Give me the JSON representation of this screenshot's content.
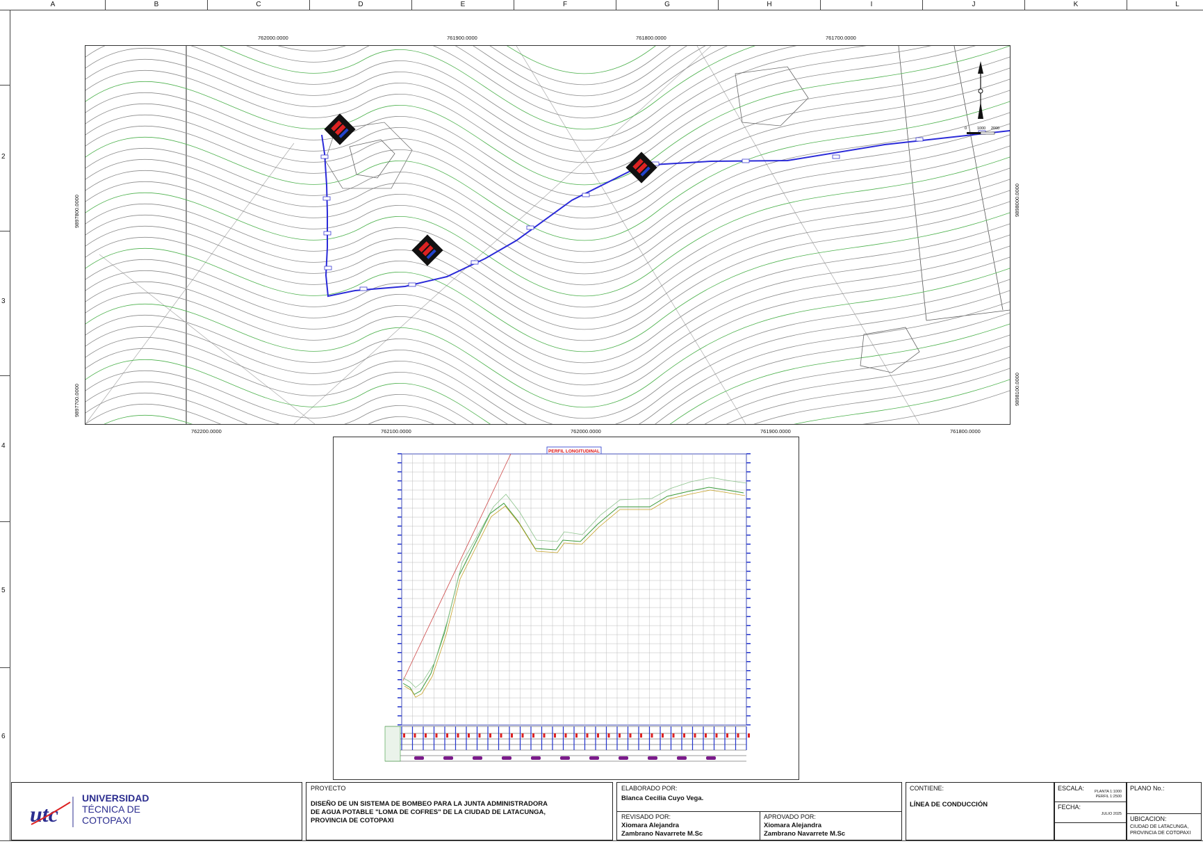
{
  "ruler": {
    "columns": [
      "A",
      "B",
      "C",
      "D",
      "E",
      "F",
      "G",
      "H",
      "I",
      "J",
      "K",
      "L"
    ],
    "rows": [
      "2",
      "3",
      "4",
      "5",
      "6"
    ]
  },
  "map": {
    "top_x_coords": [
      "762000.0000",
      "761900.0000",
      "761800.0000",
      "761700.0000"
    ],
    "bottom_x_coords": [
      "762200.0000",
      "762100.0000",
      "762000.0000",
      "761900.0000",
      "761800.0000"
    ],
    "left_y_coords": [
      "9897800.0000",
      "9897700.0000"
    ],
    "right_y_coords": [
      "9898000.0000",
      "9898100.0000"
    ],
    "scale_bar": {
      "start": "0",
      "mid": "1000",
      "end": "2000"
    }
  },
  "profile": {
    "title": "PERFIL LONGITUDINAL"
  },
  "title_block": {
    "logo": {
      "line1": "UNIVERSIDAD",
      "line2": "TÉCNICA DE",
      "line3": "COTOPAXI",
      "mark": "utc"
    },
    "proyecto_label": "PROYECTO",
    "proyecto_line1": "DISEÑO DE UN SISTEMA DE BOMBEO PARA LA JUNTA ADMINISTRADORA",
    "proyecto_line2": "DE AGUA POTABLE  \"LOMA DE COFRES\" DE LA CIUDAD DE LATACUNGA,",
    "proyecto_line3": "PROVINCIA DE COTOPAXI",
    "elaborado_label": "ELABORADO POR:",
    "elaborado_value": "Blanca Cecilia Cuyo Vega.",
    "revisado_label": "REVISADO POR:",
    "revisado_line1": "Xiomara Alejandra",
    "revisado_line2": "Zambrano Navarrete M.Sc",
    "aprobado_label": "APROVADO POR:",
    "aprobado_line1": "Xiomara Alejandra",
    "aprobado_line2": "Zambrano Navarrete M.Sc",
    "contiene_label": "CONTIENE:",
    "contiene_value": "LÍNEA DE CONDUCCIÓN",
    "escala_label": "ESCALA:",
    "escala_planta": "PLANTA 1:1000",
    "escala_perfil": "PERFIL 1:2500",
    "fecha_label": "FECHA:",
    "fecha_value": "JULIO 2025",
    "plano_label": "PLANO No.:",
    "ubicacion_label": "UBICACION:",
    "ubicacion_line1": "CIUDAD DE LATACUNGA,",
    "ubicacion_line2": "PROVINCIA DE COTOPAXI"
  }
}
